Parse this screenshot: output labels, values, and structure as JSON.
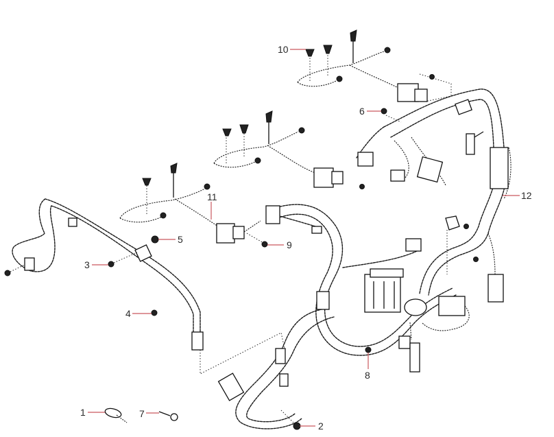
{
  "diagram": {
    "title": "Engine wiring harness - exploded parts view",
    "callouts": [
      {
        "id": "1",
        "label": "1",
        "part": "cable tie"
      },
      {
        "id": "2",
        "label": "2",
        "part": "nut"
      },
      {
        "id": "3",
        "label": "3",
        "part": "nut"
      },
      {
        "id": "4",
        "label": "4",
        "part": "bolt"
      },
      {
        "id": "5",
        "label": "5",
        "part": "nut"
      },
      {
        "id": "6",
        "label": "6",
        "part": "nut"
      },
      {
        "id": "7",
        "label": "7",
        "part": "bolt"
      },
      {
        "id": "8",
        "label": "8",
        "part": "nut"
      },
      {
        "id": "9",
        "label": "9",
        "part": "nut"
      },
      {
        "id": "10",
        "label": "10",
        "part": "injector sub-harness clip"
      },
      {
        "id": "11",
        "label": "11",
        "part": "injector sub-harness"
      },
      {
        "id": "12",
        "label": "12",
        "part": "main engine wiring harness"
      }
    ],
    "colors": {
      "line_art": "#1a1a1a",
      "leader": "#c9585e",
      "label_text": "#2a2a2a",
      "background": "#ffffff"
    }
  }
}
